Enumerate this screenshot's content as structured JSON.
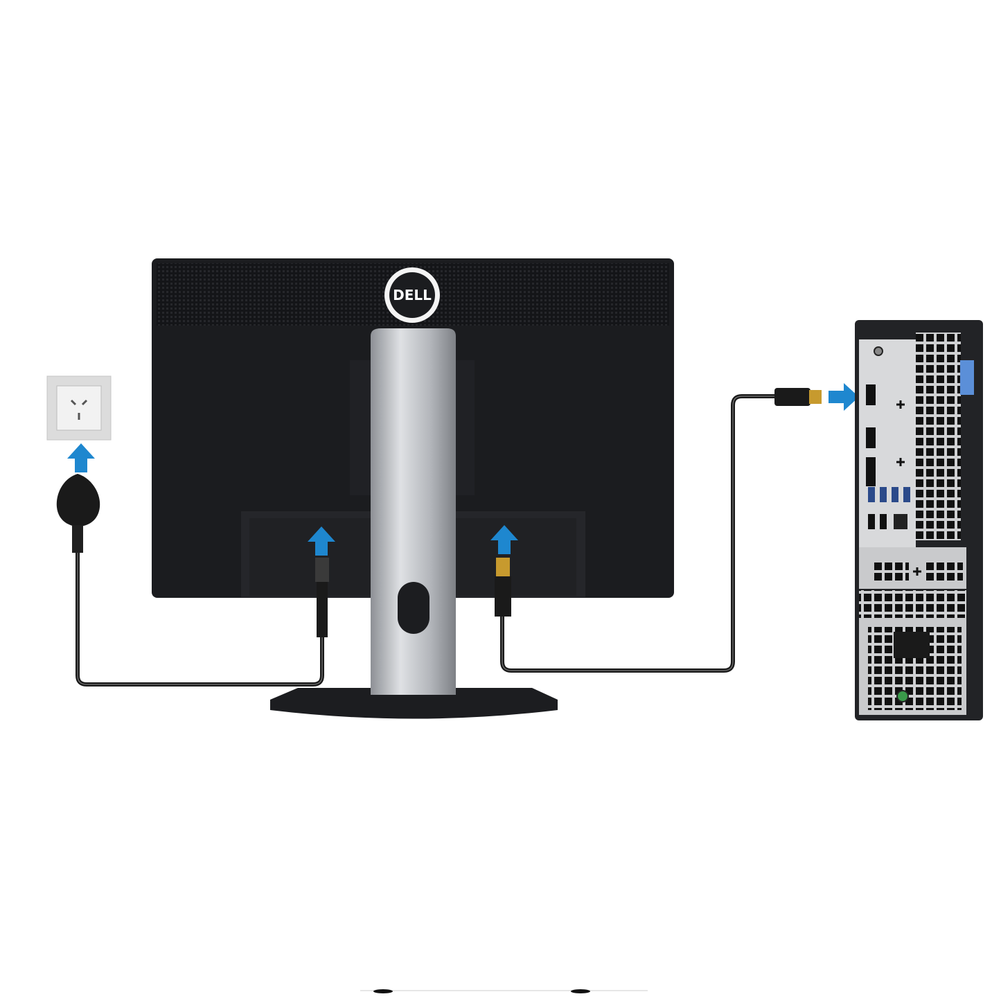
{
  "scene": {
    "logo_text": "DELL",
    "arrow_color": "#1e87cf",
    "monitor_color": "#1b1c1f",
    "stand_color": "#b9bcc1",
    "pc_case_color": "#222326",
    "pc_panel_color": "#c9cacc"
  },
  "steps": [
    {
      "name": "power-to-wall-outlet"
    },
    {
      "name": "power-to-monitor"
    },
    {
      "name": "display-cable-to-monitor"
    },
    {
      "name": "display-cable-to-pc"
    }
  ]
}
